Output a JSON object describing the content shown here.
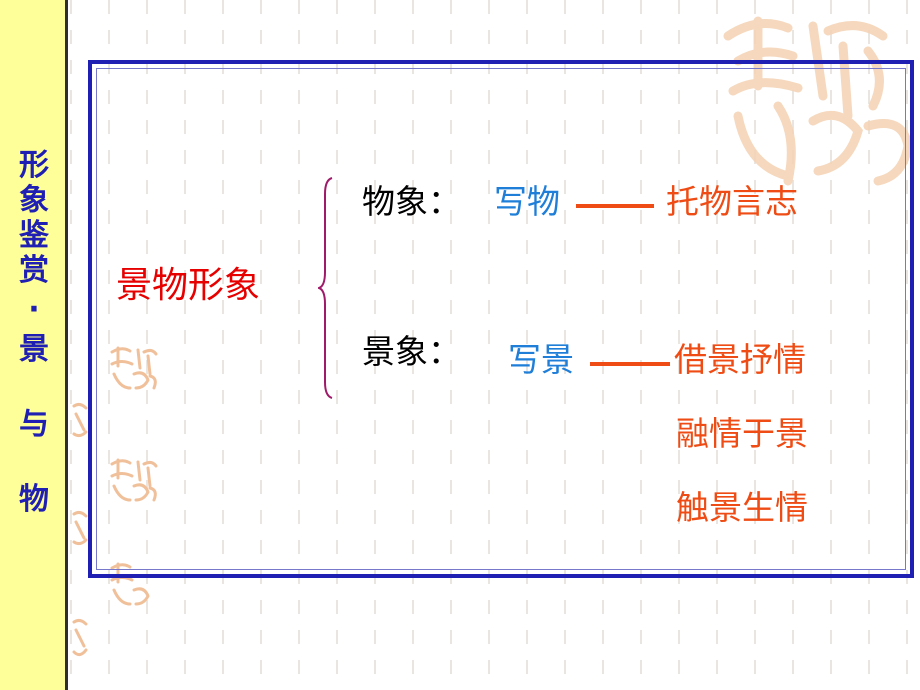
{
  "sidebar": {
    "title_chars": [
      "形",
      "象",
      "鉴",
      "赏",
      "·",
      "景",
      "与",
      "物"
    ]
  },
  "main": {
    "category": "景物形象",
    "branch_object": {
      "label": "物象：",
      "method": "写物",
      "technique": "托物言志"
    },
    "branch_scene": {
      "label": "景象：",
      "method": "写景",
      "techniques": [
        "借景抒情",
        "融情于景",
        "触景生情"
      ]
    }
  },
  "colors": {
    "sidebar_bg": "#ffff99",
    "title": "#1f1fb4",
    "frame": "#1f1fb4",
    "category": "#e60000",
    "method": "#1e7ed8",
    "technique": "#ee4c14",
    "decoration": "#f2c7a0"
  }
}
